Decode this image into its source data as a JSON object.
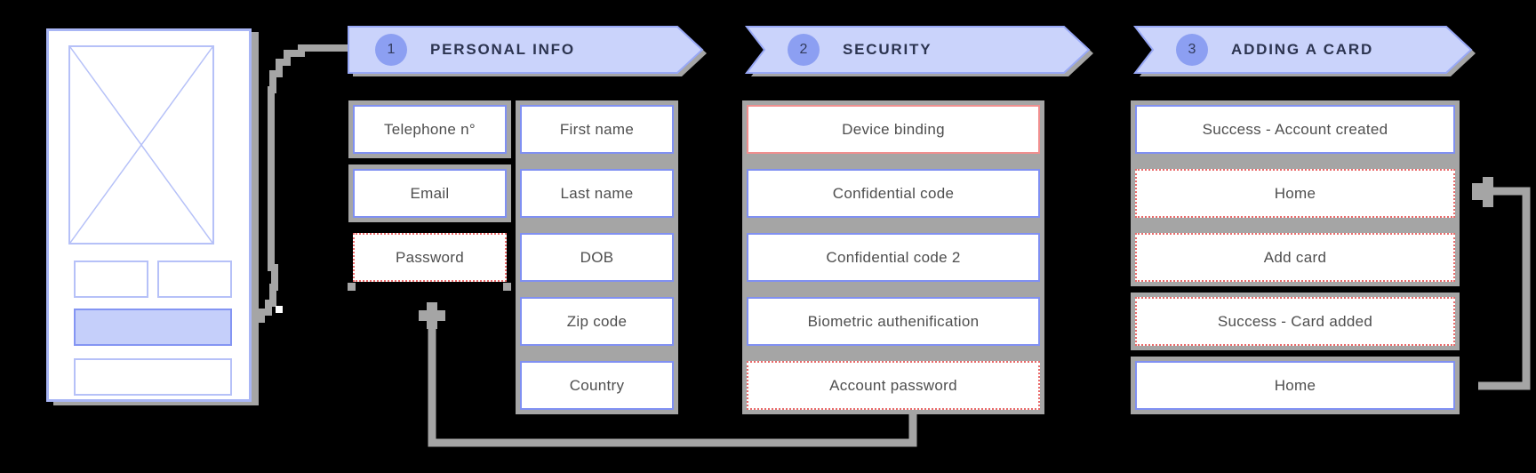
{
  "colors": {
    "background": "#000000",
    "banner_fill": "#cad3fb",
    "banner_border": "#98a8f6",
    "step_circle_fill": "#8c9ff2",
    "blue_box_border": "#8090f2",
    "red_solid_box_border": "#f08f8f",
    "red_dotted_box_border": "#e96a6a",
    "connector_gray": "#a5a5a5",
    "header_text": "#2c3450",
    "box_text": "#4e4e4e"
  },
  "steps": [
    {
      "number": "1",
      "title": "PERSONAL INFO",
      "column_a": [
        {
          "label": "Telephone n°",
          "style": "blue-solid"
        },
        {
          "label": "Email",
          "style": "blue-solid"
        },
        {
          "label": "Password",
          "style": "red-dotted"
        }
      ],
      "column_b": [
        {
          "label": "First name",
          "style": "blue-solid"
        },
        {
          "label": "Last name",
          "style": "blue-solid"
        },
        {
          "label": "DOB",
          "style": "blue-solid"
        },
        {
          "label": "Zip code",
          "style": "blue-solid"
        },
        {
          "label": "Country",
          "style": "blue-solid"
        }
      ]
    },
    {
      "number": "2",
      "title": "SECURITY",
      "boxes": [
        {
          "label": "Device binding",
          "style": "red-solid"
        },
        {
          "label": "Confidential code",
          "style": "blue-solid"
        },
        {
          "label": "Confidential code 2",
          "style": "blue-solid"
        },
        {
          "label": "Biometric authenification",
          "style": "blue-solid"
        },
        {
          "label": "Account password",
          "style": "red-dotted"
        }
      ]
    },
    {
      "number": "3",
      "title": "ADDING A CARD",
      "group_1": [
        {
          "label": "Success - Account created",
          "style": "blue-solid"
        },
        {
          "label": "Home",
          "style": "red-dotted"
        },
        {
          "label": "Add card",
          "style": "red-dotted"
        }
      ],
      "group_2": [
        {
          "label": "Success - Card added",
          "style": "red-dotted"
        }
      ],
      "group_3": [
        {
          "label": "Home",
          "style": "blue-solid"
        }
      ]
    }
  ]
}
